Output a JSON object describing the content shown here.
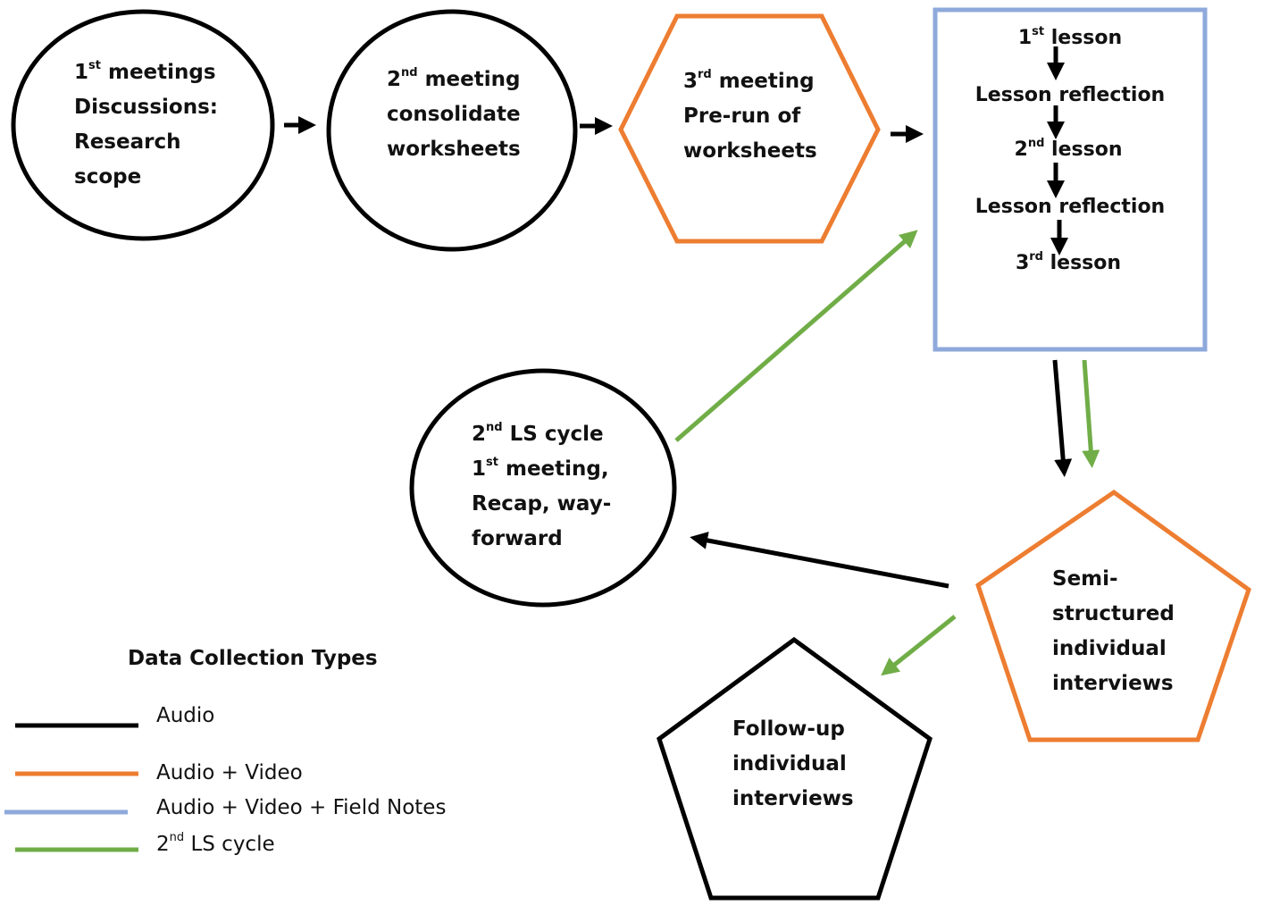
{
  "colors": {
    "audio": "#000000",
    "audio_video": "#ED7D31",
    "audio_video_fieldnotes": "#8EA9DB",
    "ls_cycle_2": "#70AD47"
  },
  "nodes": {
    "meeting1": {
      "line1_num": "1",
      "line1_sup": "st",
      "line1_rest": " meetings",
      "line2": "Discussions:",
      "line3": "Research",
      "line4": "scope"
    },
    "meeting2": {
      "line1_num": "2",
      "line1_sup": "nd",
      "line1_rest": " meeting",
      "line2": "consolidate",
      "line3": "worksheets"
    },
    "meeting3": {
      "line1_num": "3",
      "line1_sup": "rd",
      "line1_rest": " meeting",
      "line2": "Pre-run of",
      "line3": "worksheets"
    },
    "lessons": {
      "lesson1_num": "1",
      "lesson1_sup": "st",
      "lesson1_rest": " lesson",
      "reflection1": "Lesson reflection",
      "lesson2_num": "2",
      "lesson2_sup": "nd",
      "lesson2_rest": " lesson",
      "reflection2": "Lesson reflection",
      "lesson3_num": "3",
      "lesson3_sup": "rd",
      "lesson3_rest": " lesson"
    },
    "cycle2": {
      "line1_num": "2",
      "line1_sup": "nd",
      "line1_rest": " LS cycle",
      "line2_num": "1",
      "line2_sup": "st",
      "line2_rest": " meeting,",
      "line3": "Recap, way-",
      "line4": "forward"
    },
    "semi": {
      "line1": "Semi-",
      "line2": "structured",
      "line3": "individual",
      "line4": "interviews"
    },
    "followup": {
      "line1": "Follow-up",
      "line2": "individual",
      "line3": "interviews"
    }
  },
  "legend": {
    "title": "Data Collection Types",
    "audio": "Audio",
    "audio_video": "Audio + Video",
    "audio_video_fieldnotes": "Audio + Video + Field Notes",
    "cycle_num": "2",
    "cycle_sup": "nd",
    "cycle_rest": " LS cycle"
  }
}
